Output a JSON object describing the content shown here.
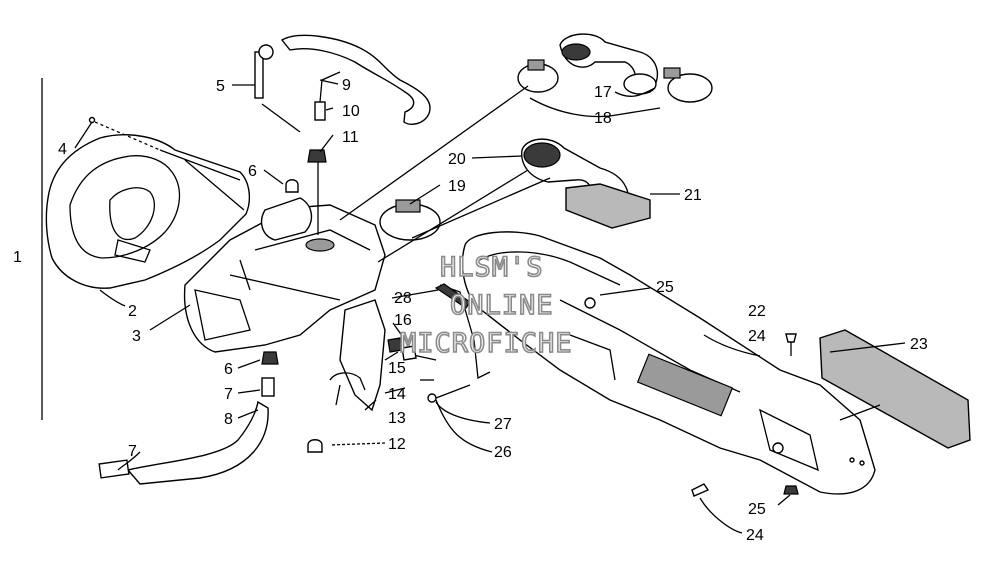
{
  "diagram": {
    "callouts": [
      {
        "id": "c1",
        "text": "1"
      },
      {
        "id": "c2",
        "text": "2"
      },
      {
        "id": "c3",
        "text": "3"
      },
      {
        "id": "c4",
        "text": "4"
      },
      {
        "id": "c5",
        "text": "5"
      },
      {
        "id": "c6a",
        "text": "6"
      },
      {
        "id": "c6b",
        "text": "6"
      },
      {
        "id": "c7a",
        "text": "7"
      },
      {
        "id": "c7b",
        "text": "7"
      },
      {
        "id": "c8",
        "text": "8"
      },
      {
        "id": "c9",
        "text": "9"
      },
      {
        "id": "c10",
        "text": "10"
      },
      {
        "id": "c11",
        "text": "11"
      },
      {
        "id": "c12",
        "text": "12"
      },
      {
        "id": "c13",
        "text": "13"
      },
      {
        "id": "c14",
        "text": "14"
      },
      {
        "id": "c15",
        "text": "15"
      },
      {
        "id": "c16",
        "text": "16"
      },
      {
        "id": "c17",
        "text": "17"
      },
      {
        "id": "c18",
        "text": "18"
      },
      {
        "id": "c19",
        "text": "19"
      },
      {
        "id": "c20",
        "text": "20"
      },
      {
        "id": "c21",
        "text": "21"
      },
      {
        "id": "c22",
        "text": "22"
      },
      {
        "id": "c23",
        "text": "23"
      },
      {
        "id": "c24a",
        "text": "24"
      },
      {
        "id": "c24b",
        "text": "24"
      },
      {
        "id": "c25a",
        "text": "25"
      },
      {
        "id": "c25b",
        "text": "25"
      },
      {
        "id": "c26",
        "text": "26"
      },
      {
        "id": "c27",
        "text": "27"
      },
      {
        "id": "c28",
        "text": "28"
      }
    ],
    "watermark": [
      "HLSM'S",
      "ONLINE",
      "MICROFICHE"
    ]
  },
  "colors": {
    "line": "#000000",
    "watermark": "#8a8a8a",
    "background": "#ffffff"
  }
}
